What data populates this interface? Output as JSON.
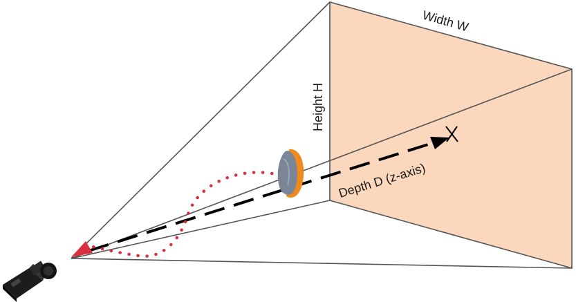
{
  "labels": {
    "width": "Width W",
    "height": "Height H",
    "depth": "Depth D (z-axis)"
  },
  "colors": {
    "far_plane_fill": "#fbd8bd",
    "frustum_edges": "#555555",
    "depth_axis": "#000000",
    "dotted_path": "#d9303f",
    "object_orange": "#f08a1c",
    "object_grey": "#7a8696",
    "camera_body": "#1c1c1c"
  },
  "icons": [
    "camera-icon",
    "target-object-icon",
    "cross-marker-icon"
  ]
}
